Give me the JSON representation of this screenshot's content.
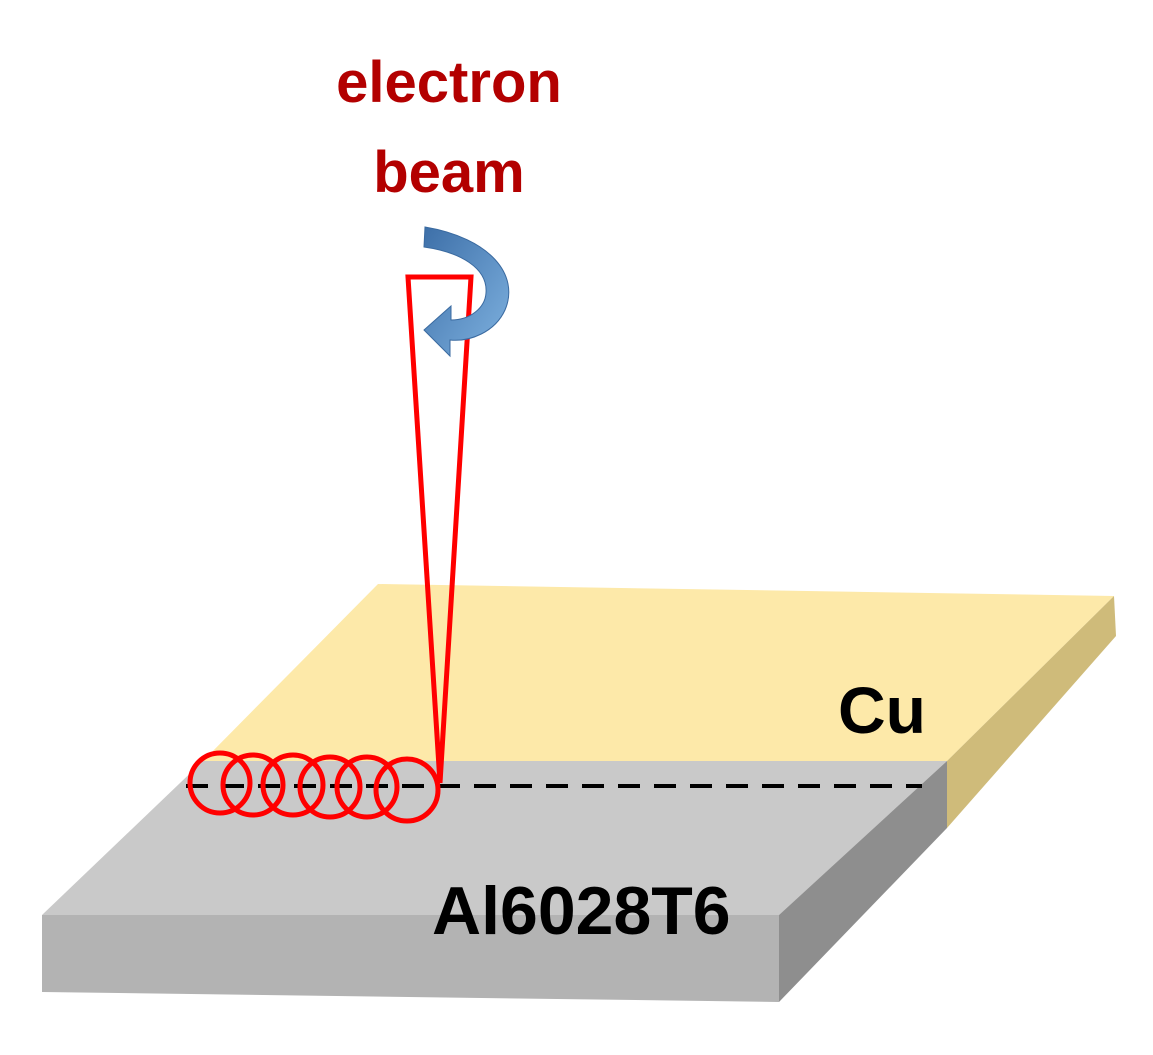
{
  "labels": {
    "beam_line1": "electron",
    "beam_line2": "beam",
    "top_plate": "Cu",
    "bottom_plate": "Al6028T6"
  },
  "colors": {
    "beam_label": "#b30000",
    "beam": "#ff0000",
    "cu_top": "#fde9a9",
    "cu_side": "#cfbb7a",
    "al_top": "#c9c9c9",
    "al_front": "#b3b3b3",
    "al_side": "#8e8e8e",
    "rotation_arrow": "#4a86c5",
    "text_dark": "#000000"
  },
  "icons": {
    "rotation": "curved-rotation-arrow-icon"
  }
}
